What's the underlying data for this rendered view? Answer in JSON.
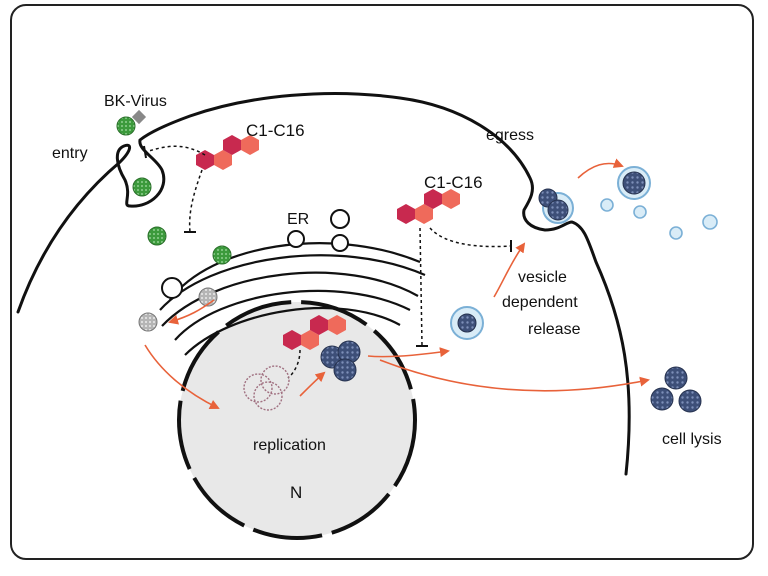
{
  "labels": {
    "virus": "BK-Virus",
    "entry": "entry",
    "inhibitor_top": "C1-C16",
    "inhibitor_mid": "C1-C16",
    "egress": "egress",
    "er": "ER",
    "release_1": "vesicle",
    "release_2": "dependent",
    "release_3": "release",
    "replication": "replication",
    "nucleus": "N",
    "lysis": "cell lysis"
  },
  "colors": {
    "outline": "#111111",
    "arrow": "#e8623a",
    "hex_dark": "#c8294f",
    "hex_light": "#ef6a5b",
    "virus_green": "#3c9a3c",
    "virus_blue": "#3d4f78",
    "virus_grey": "#a9a9a9",
    "nucleus_fill": "#e8e8e8",
    "vesicle_fill": "#d9ecf7",
    "vesicle_edge": "#7bb0d6"
  }
}
